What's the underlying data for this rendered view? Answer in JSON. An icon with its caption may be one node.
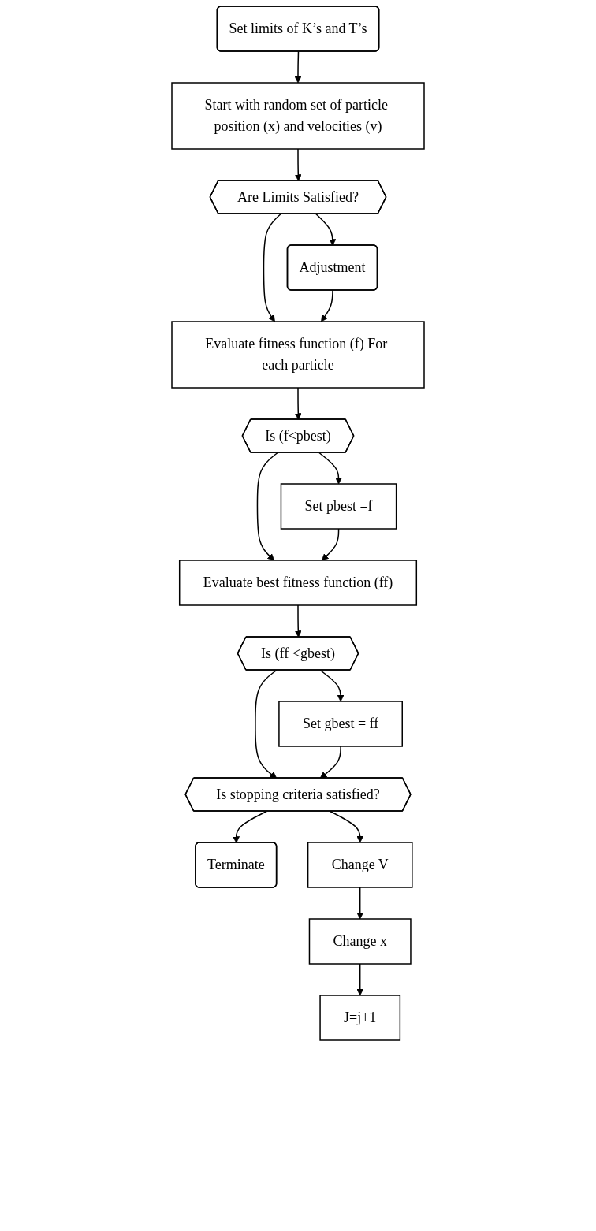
{
  "diagram": {
    "nodes": [
      {
        "text": [
          "Set limits of K’s and T’s"
        ]
      },
      {
        "text": [
          "Start with random set of particle position (x) and velocities (v)"
        ]
      },
      {
        "text": [
          "Are Limits Satisfied?"
        ]
      },
      {
        "text": [
          "Adjustment"
        ]
      },
      {
        "text": [
          "Evaluate fitness function (f) For each particle"
        ]
      },
      {
        "text": [
          "Is (f<pbest)"
        ]
      },
      {
        "text": [
          "Set pbest =f"
        ]
      },
      {
        "text": [
          "Evaluate best fitness function (ff)"
        ]
      },
      {
        "text": [
          "Is (ff <gbest)"
        ]
      },
      {
        "text": [
          "Set gbest = ff"
        ]
      },
      {
        "text": [
          "Is stopping criteria satisfied?"
        ]
      },
      {
        "text": [
          "Terminate"
        ]
      },
      {
        "text": [
          "Change V"
        ]
      },
      {
        "text": [
          "Change x"
        ]
      },
      {
        "text": [
          "J=j+1"
        ]
      }
    ],
    "edges": [
      {
        "from": 0,
        "to": 1,
        "arrow": "to"
      },
      {
        "from": 1,
        "to": 2,
        "arrow": "to"
      },
      {
        "from": 2,
        "to": 3,
        "arrow": "to"
      },
      {
        "from": 2,
        "to": 4,
        "arrow": "to"
      },
      {
        "from": 3,
        "to": 4,
        "arrow": "to"
      },
      {
        "from": 4,
        "to": 5,
        "arrow": "to"
      },
      {
        "from": 5,
        "to": 6,
        "arrow": "to"
      },
      {
        "from": 5,
        "to": 7,
        "arrow": "to"
      },
      {
        "from": 6,
        "to": 7,
        "arrow": "to"
      },
      {
        "from": 7,
        "to": 8,
        "arrow": "to"
      },
      {
        "from": 8,
        "to": 9,
        "arrow": "to"
      },
      {
        "from": 8,
        "to": 10,
        "arrow": "to"
      },
      {
        "from": 9,
        "to": 10,
        "arrow": "to"
      },
      {
        "from": 10,
        "to": 11,
        "arrow": "to"
      },
      {
        "from": 10,
        "to": 12,
        "arrow": "to"
      },
      {
        "from": 12,
        "to": 13,
        "arrow": "to"
      },
      {
        "from": 13,
        "to": 14,
        "arrow": "to"
      }
    ]
  }
}
